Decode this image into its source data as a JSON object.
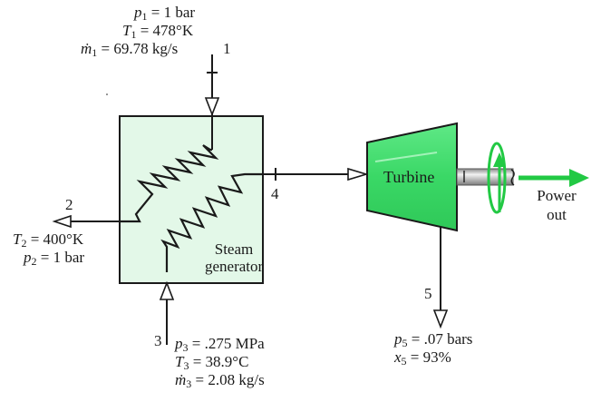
{
  "diagram": {
    "type": "process flow diagram",
    "components": {
      "steam_generator": {
        "label_line1": "Steam",
        "label_line2": "generator",
        "fill": "#e3f8e8"
      },
      "turbine": {
        "label": "Turbine",
        "fill": "#3fdc6a"
      },
      "power_out": {
        "label_line1": "Power",
        "label_line2": "out",
        "color": "#22c944"
      }
    },
    "streams": {
      "s1": {
        "number": "1",
        "p_sym": "p",
        "p_sub": "1",
        "p_val": "= 1 bar",
        "T_sym": "T",
        "T_sub": "1",
        "T_val": "= 478°K",
        "m_sym": "ṁ",
        "m_sub": "1",
        "m_val": "= 69.78 kg/s"
      },
      "s2": {
        "number": "2",
        "T_sym": "T",
        "T_sub": "2",
        "T_val": "= 400°K",
        "p_sym": "p",
        "p_sub": "2",
        "p_val": "= 1 bar"
      },
      "s3": {
        "number": "3",
        "p_sym": "p",
        "p_sub": "3",
        "p_val": "= .275 MPa",
        "T_sym": "T",
        "T_sub": "3",
        "T_val": "= 38.9°C",
        "m_sym": "ṁ",
        "m_sub": "3",
        "m_val": "= 2.08 kg/s"
      },
      "s4": {
        "number": "4"
      },
      "s5": {
        "number": "5",
        "p_sym": "p",
        "p_sub": "5",
        "p_val": "= .07 bars",
        "x_sym": "x",
        "x_sub": "5",
        "x_val": "= 93%"
      }
    }
  }
}
